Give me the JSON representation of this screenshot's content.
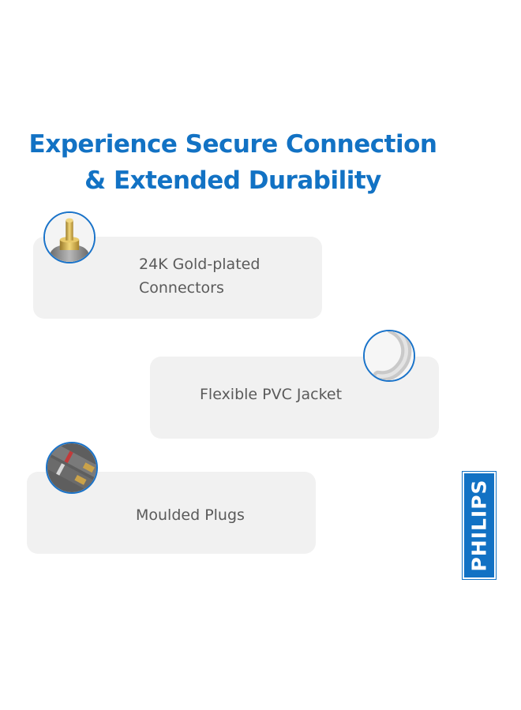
{
  "headline": {
    "line1": "Experience Secure Connection",
    "line2": "& Extended Durability"
  },
  "features": [
    {
      "line1": "24K Gold-plated",
      "line2": "Connectors",
      "icon": "gold-connector-icon"
    },
    {
      "label": "Flexible PVC Jacket",
      "icon": "pvc-cable-icon"
    },
    {
      "label": "Moulded Plugs",
      "icon": "moulded-plugs-icon"
    }
  ],
  "brand": {
    "logo_text": "PHILIPS",
    "color": "#1272c4"
  },
  "colors": {
    "headline": "#1272c4",
    "card_bg": "#f1f1f1",
    "card_text": "#5a5a5a",
    "badge_border": "#1a73c9"
  }
}
